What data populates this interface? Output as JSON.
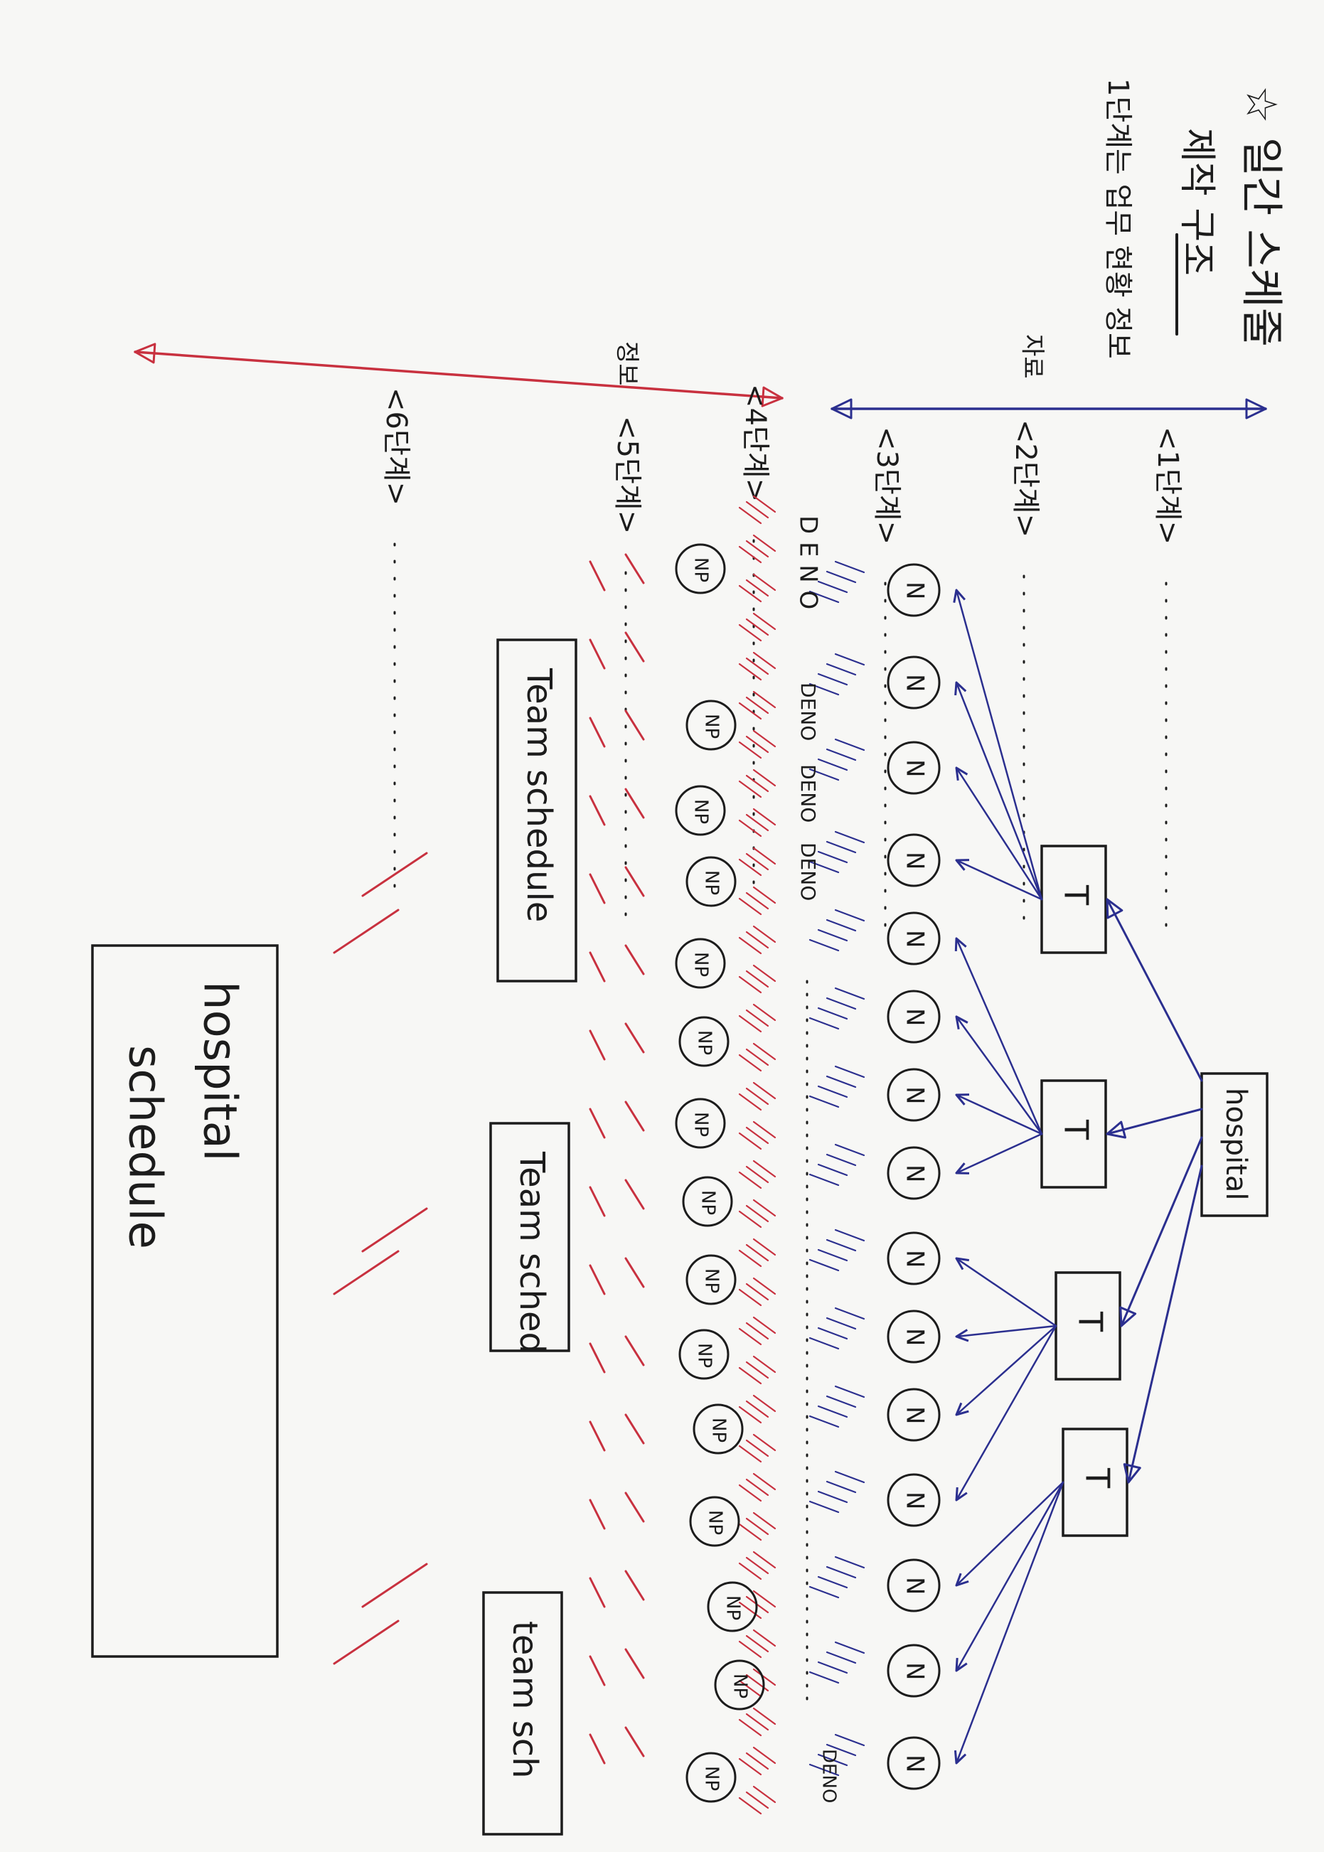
{
  "header": {
    "star_glyph": "☆",
    "title": "일간 스케줄",
    "subtitle": "제작 구조",
    "note": "1단계는 업무 현황 정보"
  },
  "axis_labels": {
    "blue": "자료",
    "red": "정보"
  },
  "levels": [
    "<1단계>",
    "<2단계>",
    "<3단계>",
    "<4단계>",
    "<5단계>",
    "<6단계>"
  ],
  "nodes": {
    "hospital_label": "hospital",
    "team_box_label": "T",
    "nurse_label": "N",
    "np_label": "NP",
    "shift_header": "D E N O",
    "shift_group": "DENO",
    "team_schedules": [
      "Team schedule",
      "Team sched",
      "team sch"
    ],
    "hospital_schedule_lines": [
      "hospital",
      "schedule"
    ]
  },
  "colors": {
    "ink": "#1c1c1c",
    "blue": "#2b2f8f",
    "red": "#c8313f",
    "paper": "#f7f7f5"
  }
}
